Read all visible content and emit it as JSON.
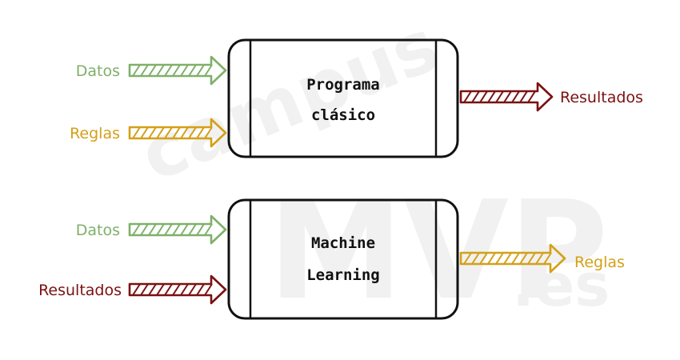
{
  "watermark": {
    "brand": "campus",
    "mark": "MVP",
    "suffix": ".es"
  },
  "diagrams": [
    {
      "box_lines": [
        "Programa",
        "clásico"
      ],
      "inputs": [
        {
          "label": "Datos",
          "color": "#7fb069"
        },
        {
          "label": "Reglas",
          "color": "#d4a017"
        }
      ],
      "output": {
        "label": "Resultados",
        "color": "#7b1111"
      }
    },
    {
      "box_lines": [
        "Machine",
        "Learning"
      ],
      "inputs": [
        {
          "label": "Datos",
          "color": "#7fb069"
        },
        {
          "label": "Resultados",
          "color": "#7b1111"
        }
      ],
      "output": {
        "label": "Reglas",
        "color": "#d4a017"
      }
    }
  ]
}
